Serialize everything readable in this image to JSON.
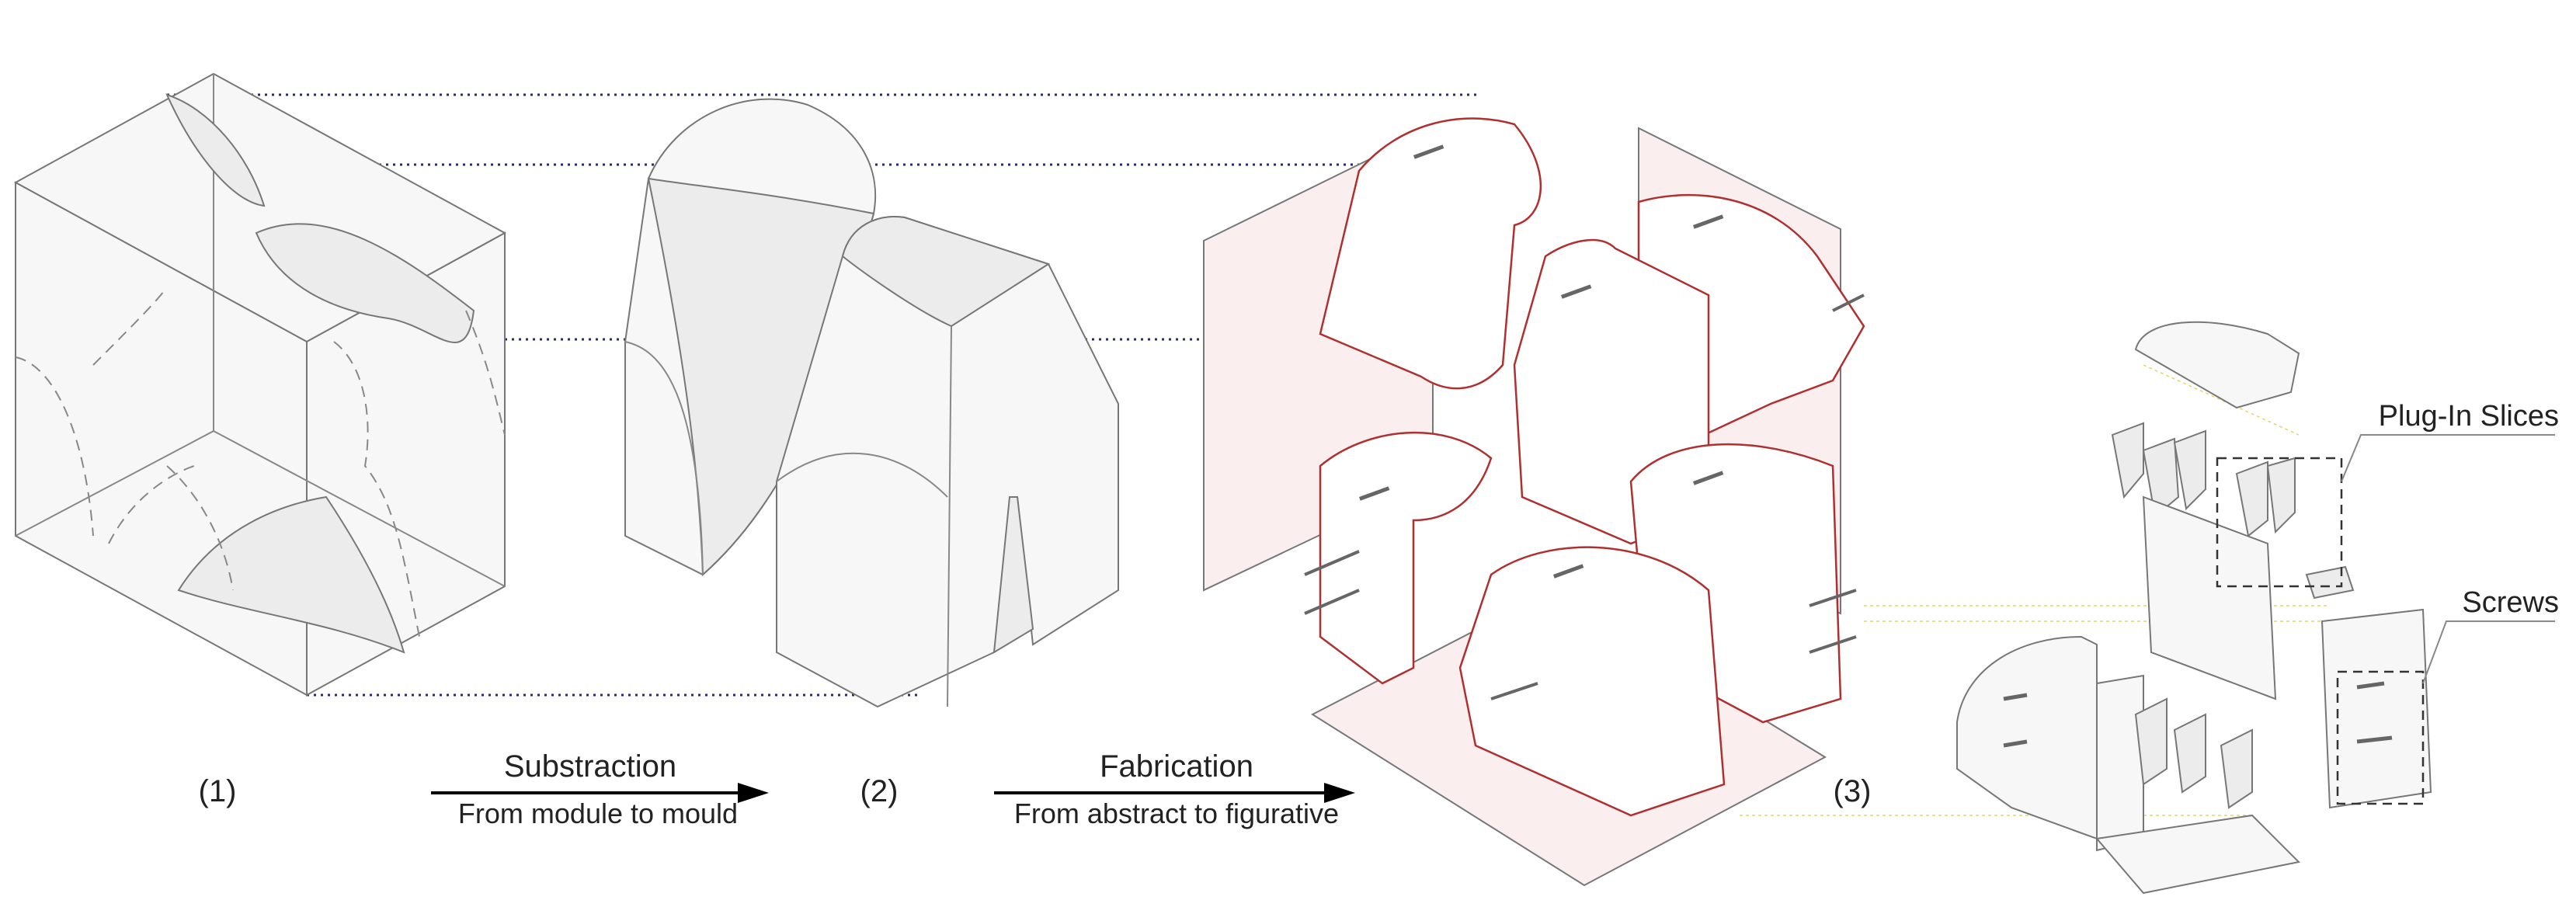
{
  "steps": {
    "step1": "(1)",
    "step2": "(2)",
    "step3": "(3)"
  },
  "arrows": {
    "arrow1": {
      "title": "Substraction",
      "subtitle": "From module to mould"
    },
    "arrow2": {
      "title": "Fabrication",
      "subtitle": "From abstract to figurative"
    }
  },
  "callouts": {
    "plug_in": "Plug-In Slices",
    "screws": "Screws"
  },
  "colors": {
    "guide_dots": "#2a2a6e",
    "panel_tint": "#fbeeee",
    "edge_red": "#b03030",
    "annotation_line": "#e6d56a"
  }
}
